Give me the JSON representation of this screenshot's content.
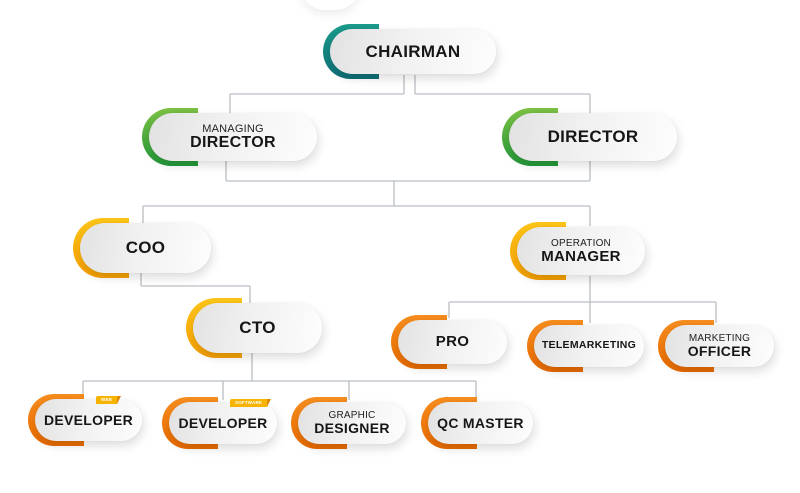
{
  "diagram": {
    "type": "organization-chart",
    "colors": {
      "level1": "#1e8f86",
      "level2": "#52b035",
      "level3": "#f5b300",
      "level4": "#ef7a0a",
      "connector": "#b9bec3",
      "tag": "#f6b400",
      "text": "#161616"
    },
    "nodes": {
      "chairman": {
        "title": "CHAIRMAN",
        "subtitle": ""
      },
      "managing_director": {
        "title": "DIRECTOR",
        "subtitle": "MANAGING"
      },
      "director": {
        "title": "DIRECTOR",
        "subtitle": ""
      },
      "coo": {
        "title": "COO",
        "subtitle": ""
      },
      "operation_manager": {
        "title": "MANAGER",
        "subtitle": "OPERATION"
      },
      "cto": {
        "title": "CTO",
        "subtitle": ""
      },
      "pro": {
        "title": "PRO",
        "subtitle": ""
      },
      "telemarketing": {
        "title": "TELEMARKETING",
        "subtitle": ""
      },
      "marketing_officer": {
        "title": "OFFICER",
        "subtitle": "MARKETING"
      },
      "web_developer": {
        "title": "DEVELOPER",
        "subtitle": "",
        "tag": "WEB"
      },
      "software_developer": {
        "title": "DEVELOPER",
        "subtitle": "",
        "tag": "SOFTWARE"
      },
      "graphic_designer": {
        "title": "DESIGNER",
        "subtitle": "GRAPHIC"
      },
      "qc_master": {
        "title": "QC MASTER",
        "subtitle": ""
      }
    },
    "edges": [
      [
        "chairman",
        "managing_director"
      ],
      [
        "chairman",
        "director"
      ],
      [
        "director",
        "coo"
      ],
      [
        "director",
        "operation_manager"
      ],
      [
        "coo",
        "cto"
      ],
      [
        "cto",
        "web_developer"
      ],
      [
        "cto",
        "software_developer"
      ],
      [
        "cto",
        "graphic_designer"
      ],
      [
        "cto",
        "qc_master"
      ],
      [
        "operation_manager",
        "pro"
      ],
      [
        "operation_manager",
        "telemarketing"
      ],
      [
        "operation_manager",
        "marketing_officer"
      ]
    ]
  }
}
